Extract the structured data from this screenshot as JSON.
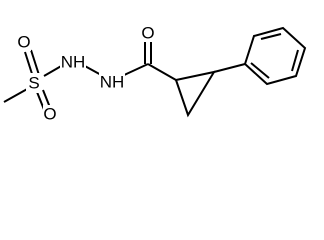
{
  "molecule": {
    "atoms": {
      "sulfur": "S",
      "oxygen_sulfonyl_top": "O",
      "oxygen_sulfonyl_bottom": "O",
      "nitrogen_sulfonamide": "NH",
      "nitrogen_amide": "NH",
      "oxygen_carbonyl": "O"
    }
  },
  "colors": {
    "bond": "#000000",
    "label": "#000000",
    "background": "#ffffff"
  }
}
